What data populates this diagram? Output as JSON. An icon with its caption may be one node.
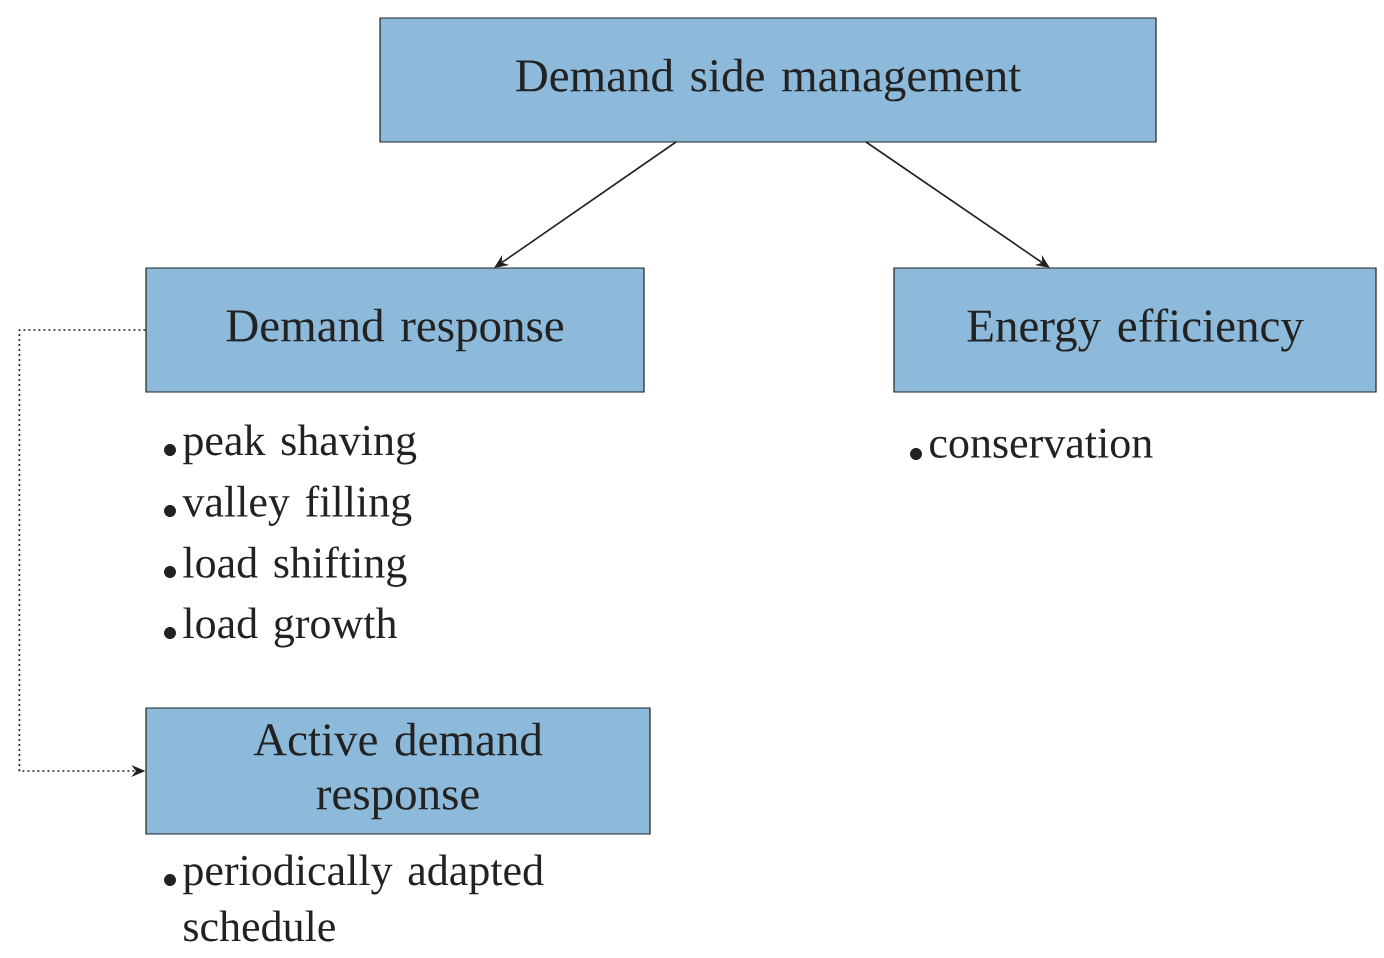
{
  "diagram": {
    "nodes": [
      {
        "text": [
          "Demand side management"
        ]
      },
      {
        "text": [
          "Demand response"
        ],
        "beside": [
          "peak shaving",
          "valley filling",
          "load shifting",
          "load growth"
        ]
      },
      {
        "text": [
          "Energy efficiency"
        ],
        "beside": [
          "conservation"
        ]
      },
      {
        "text": [
          "Active demand response"
        ],
        "beside": [
          "periodically adapted schedule"
        ]
      }
    ],
    "edges": [
      {
        "from": 0,
        "to": 1,
        "arrow": "to"
      },
      {
        "from": 0,
        "to": 2,
        "arrow": "to"
      },
      {
        "from": 1,
        "to": 3,
        "arrow": "to",
        "style": "dashed"
      }
    ]
  }
}
